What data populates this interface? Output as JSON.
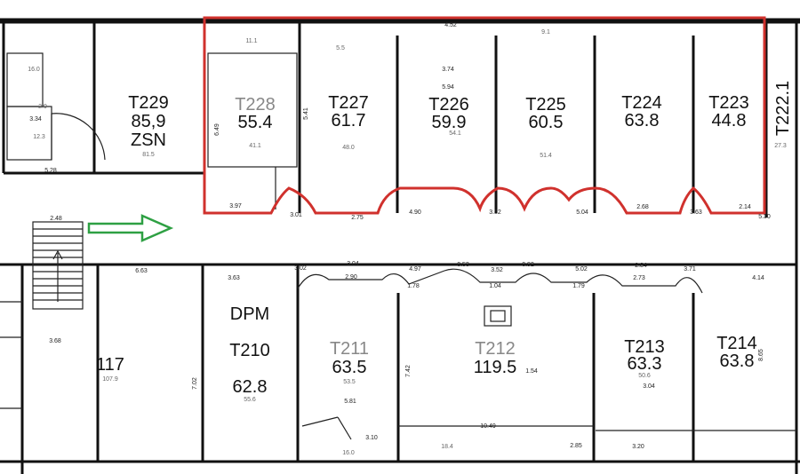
{
  "colors": {
    "highlight": "#d0312d",
    "arrow": "#2ea043",
    "wall": "#111111",
    "muted_text": "#888888"
  },
  "rooms": [
    {
      "id": "t229",
      "label": "T229",
      "area": "85,9",
      "sub": "ZSN",
      "small": "81.5"
    },
    {
      "id": "t228",
      "label": "T228",
      "area": "55.4",
      "small": "41.1"
    },
    {
      "id": "t227",
      "label": "T227",
      "area": "61.7",
      "small": "48.0"
    },
    {
      "id": "t226",
      "label": "T226",
      "area": "59.9",
      "small": "54.1"
    },
    {
      "id": "t225",
      "label": "T225",
      "area": "60.5",
      "small": "51.4"
    },
    {
      "id": "t224",
      "label": "T224",
      "area": "63.8"
    },
    {
      "id": "t223",
      "label": "T223",
      "area": "44.8"
    },
    {
      "id": "t2221",
      "label": "T222.1",
      "small": "27.3"
    },
    {
      "id": "t210",
      "label": "T210",
      "area": "62.8",
      "sub": "DPM",
      "small": "55.6"
    },
    {
      "id": "t211",
      "label": "T211",
      "area": "63.5",
      "small": "53.5"
    },
    {
      "id": "t212",
      "label": "T212",
      "area": "119.5"
    },
    {
      "id": "t213",
      "label": "T213",
      "area": "63.3",
      "small": "50.6"
    },
    {
      "id": "t214",
      "label": "T214",
      "area": "63.8"
    },
    {
      "id": "r117",
      "label": "117",
      "small": "107.9"
    }
  ],
  "small_areas": {
    "a1": "16.0",
    "a2": "2.9",
    "a3": "12.3",
    "a4": "11.1",
    "a5": "5.5",
    "a6": "9.1",
    "a7": "16.0",
    "a8": "18.4"
  },
  "dimensions": {
    "d1": "3.97",
    "d2": "3.01",
    "d3": "2.75",
    "d4": "4.90",
    "d5": "3.52",
    "d6": "5.04",
    "d7": "2.68",
    "d8": "3.63",
    "d9": "2.14",
    "d10": "5.30",
    "d11": "3.02",
    "d12": "3.04",
    "d13": "4.97",
    "d14": "0.53",
    "d15": "3.52",
    "d16": "0.92",
    "d17": "5.02",
    "d18": "2.84",
    "d19": "3.71",
    "d20": "3.63",
    "d21": "2.90",
    "d22": "1.78",
    "d23": "1.04",
    "d24": "1.79",
    "d25": "2.73",
    "d26": "4.14",
    "d27": "2.48",
    "d28": "10.49",
    "d29": "5.81",
    "d30": "3.68",
    "d31": "3.10",
    "d32": "7.42",
    "d33": "7.02",
    "d34": "2.85",
    "d35": "3.20",
    "d36": "4.52",
    "d37": "3.74",
    "d38": "5.94",
    "d39": "5.41",
    "d40": "6.49",
    "d41": "5.28",
    "d42": "3.34",
    "d43": "1.54",
    "d44": "3.04",
    "d45": "6.63",
    "d46": "8.65"
  }
}
